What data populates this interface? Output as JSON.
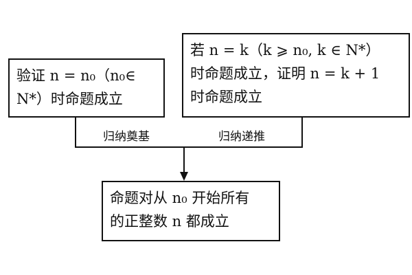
{
  "box_left": {
    "line1": "验证 n = n₀（n₀∈",
    "line2": "N*）时命题成立"
  },
  "box_right": {
    "line1": "若 n = k（k ⩾ n₀, k ∈ N*）",
    "line2": "时命题成立，证明 n = k + 1",
    "line3": "时命题成立"
  },
  "box_bottom": {
    "line1": "命题对从 n₀ 开始所有",
    "line2": "的正整数 n 都成立"
  },
  "labels": {
    "left_step": "归纳奠基",
    "right_step": "归纳递推"
  }
}
